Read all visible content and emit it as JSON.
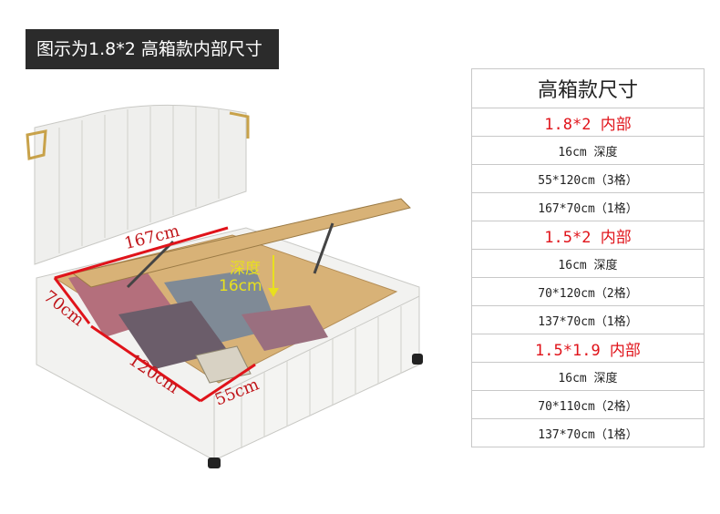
{
  "banner": {
    "text": "图示为1.8*2 高箱款内部尺寸"
  },
  "dimensions": {
    "length_label": "167cm",
    "width_label": "70cm",
    "depth_top": "深度",
    "depth_value": "16cm",
    "front_label": "120cm",
    "side_label": "55cm"
  },
  "colors": {
    "dimension_arrows": "#e0131a",
    "depth_marker": "#e8e01e",
    "banner_bg": "#2b2b2b"
  },
  "table": {
    "header": "高箱款尺寸",
    "sections": [
      {
        "title": "1.8*2 内部",
        "rows": [
          "16cm 深度",
          "55*120cm（3格）",
          "167*70cm（1格）"
        ]
      },
      {
        "title": "1.5*2 内部",
        "rows": [
          "16cm 深度",
          "70*120cm（2格）",
          "137*70cm（1格）"
        ]
      },
      {
        "title": "1.5*1.9 内部",
        "rows": [
          "16cm 深度",
          "70*110cm（2格）",
          "137*70cm（1格）"
        ]
      }
    ]
  }
}
